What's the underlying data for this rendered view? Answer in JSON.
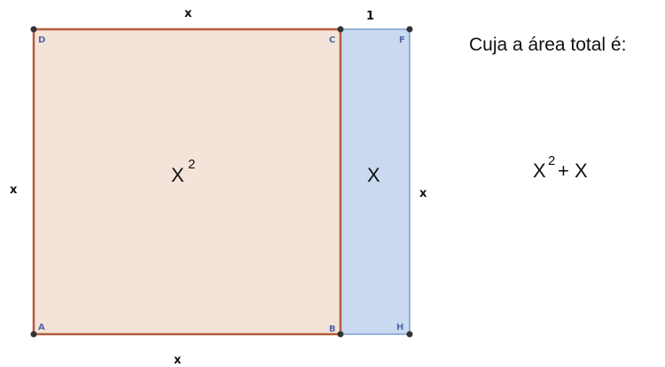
{
  "diagram": {
    "colors": {
      "square_fill": "#f4e3d8",
      "square_stroke": "#b45c3c",
      "rect_fill": "#c9d9ef",
      "rect_stroke": "#7a9fd0",
      "vertex": "#333333",
      "vertex_label": "#5566aa"
    },
    "side_labels": {
      "square_top": "x",
      "square_bottom": "x",
      "square_left": "x",
      "rect_top": "1",
      "rect_right": "x"
    },
    "vertices": {
      "A": "A",
      "B": "B",
      "C": "C",
      "D": "D",
      "F": "F",
      "H": "H"
    },
    "square_area": {
      "base": "X",
      "exponent": "2"
    },
    "rect_area": "X"
  },
  "caption": {
    "heading": "Cuja a área total é:",
    "expression": {
      "base": "X",
      "exponent": "2",
      "rest": "+ X"
    }
  }
}
